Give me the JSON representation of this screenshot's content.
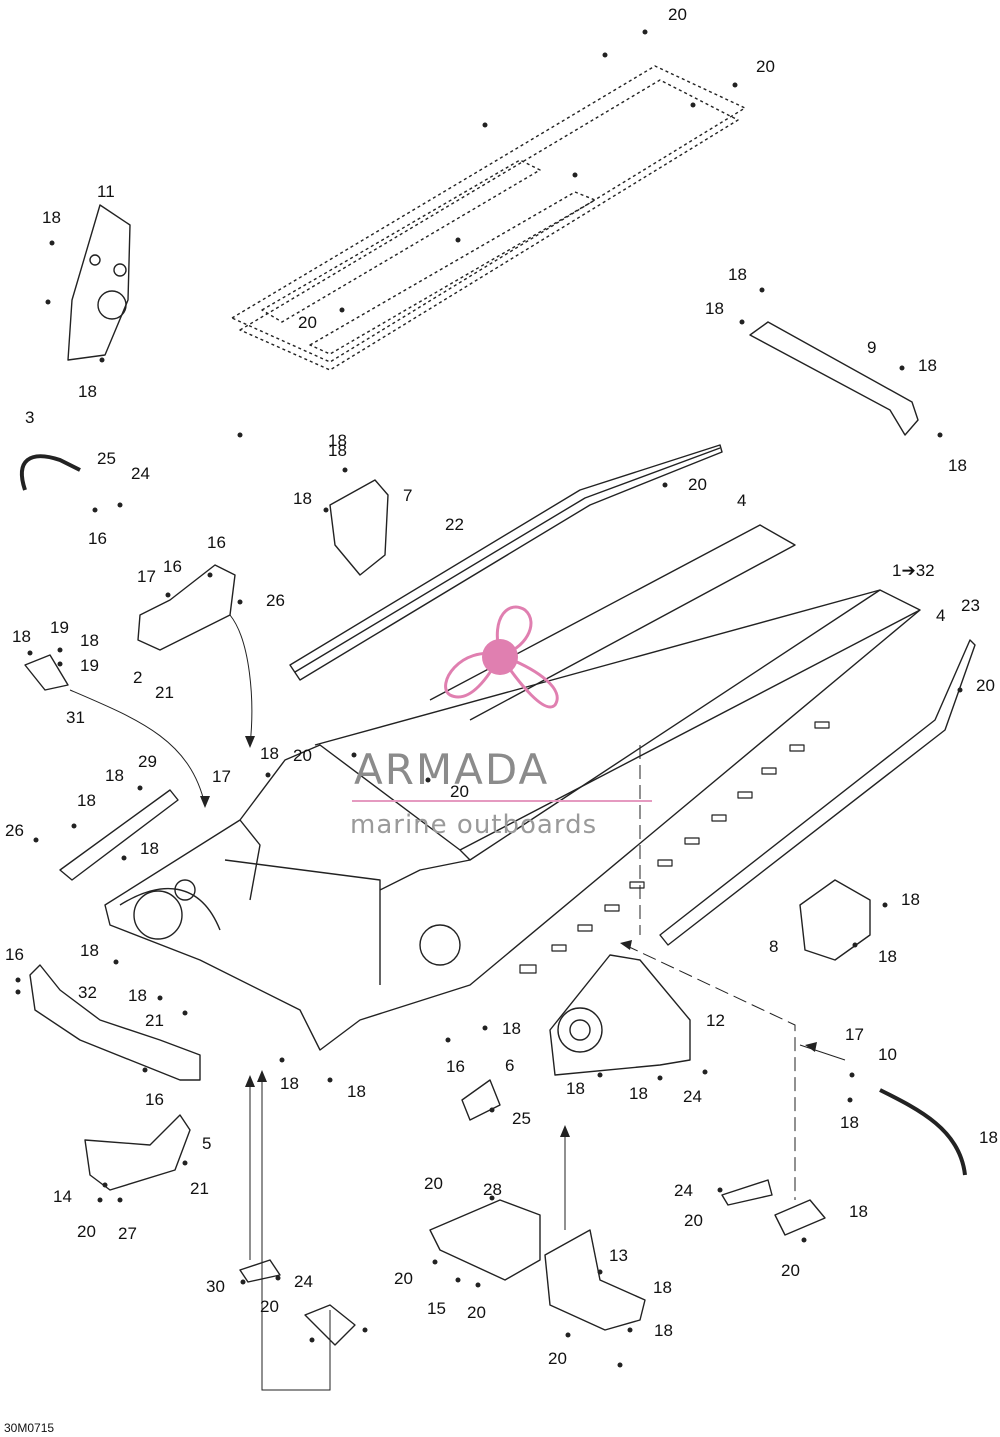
{
  "diagram_code": "30M0715",
  "watermark": {
    "title": "ARMADA",
    "subtitle": "marine outboards",
    "accent": "#e07fb0"
  },
  "callouts": [
    "20",
    "20",
    "11",
    "18",
    "18",
    "18",
    "20",
    "18",
    "18",
    "9",
    "18",
    "18",
    "3",
    "25",
    "24",
    "16",
    "18",
    "7",
    "18",
    "22",
    "20",
    "4",
    "16",
    "17",
    "16",
    "26",
    "1➔32",
    "23",
    "18",
    "19",
    "18",
    "19",
    "2",
    "21",
    "4",
    "20",
    "31",
    "18",
    "20",
    "17",
    "29",
    "18",
    "20",
    "18",
    "26",
    "18",
    "18",
    "8",
    "18",
    "16",
    "18",
    "32",
    "18",
    "21",
    "18",
    "12",
    "16",
    "6",
    "18",
    "18",
    "18",
    "18",
    "24",
    "25",
    "17",
    "10",
    "16",
    "5",
    "18",
    "18",
    "21",
    "14",
    "20",
    "27",
    "20",
    "28",
    "24",
    "20",
    "18",
    "20",
    "20",
    "15",
    "20",
    "13",
    "18",
    "20",
    "20",
    "18",
    "30",
    "24"
  ]
}
